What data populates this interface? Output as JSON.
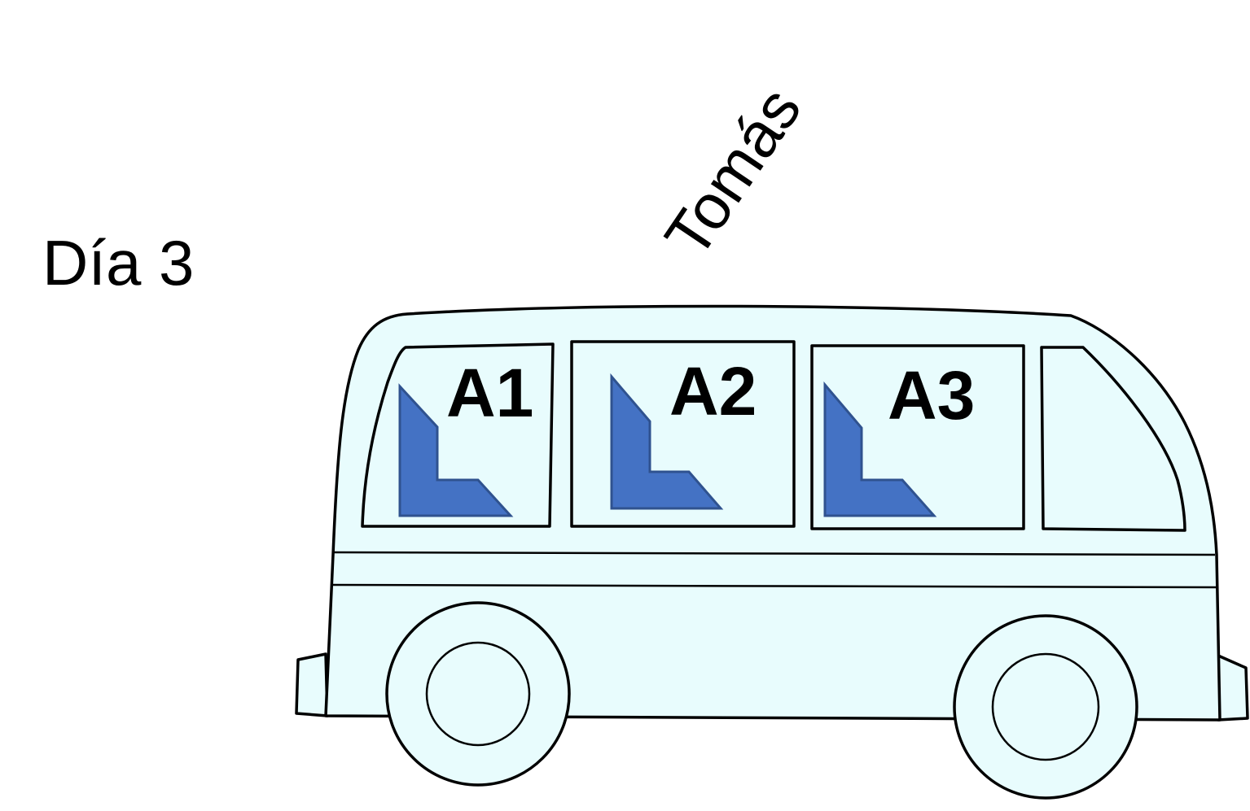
{
  "day_label": "Día 3",
  "driver_name": "Tomás",
  "seats": [
    {
      "label": "A1"
    },
    {
      "label": "A2"
    },
    {
      "label": "A3"
    }
  ],
  "colors": {
    "van_body": "#e8fcfd",
    "seat_marker": "#4472c4",
    "seat_marker_edge": "#2f528f",
    "outline": "#000000"
  }
}
